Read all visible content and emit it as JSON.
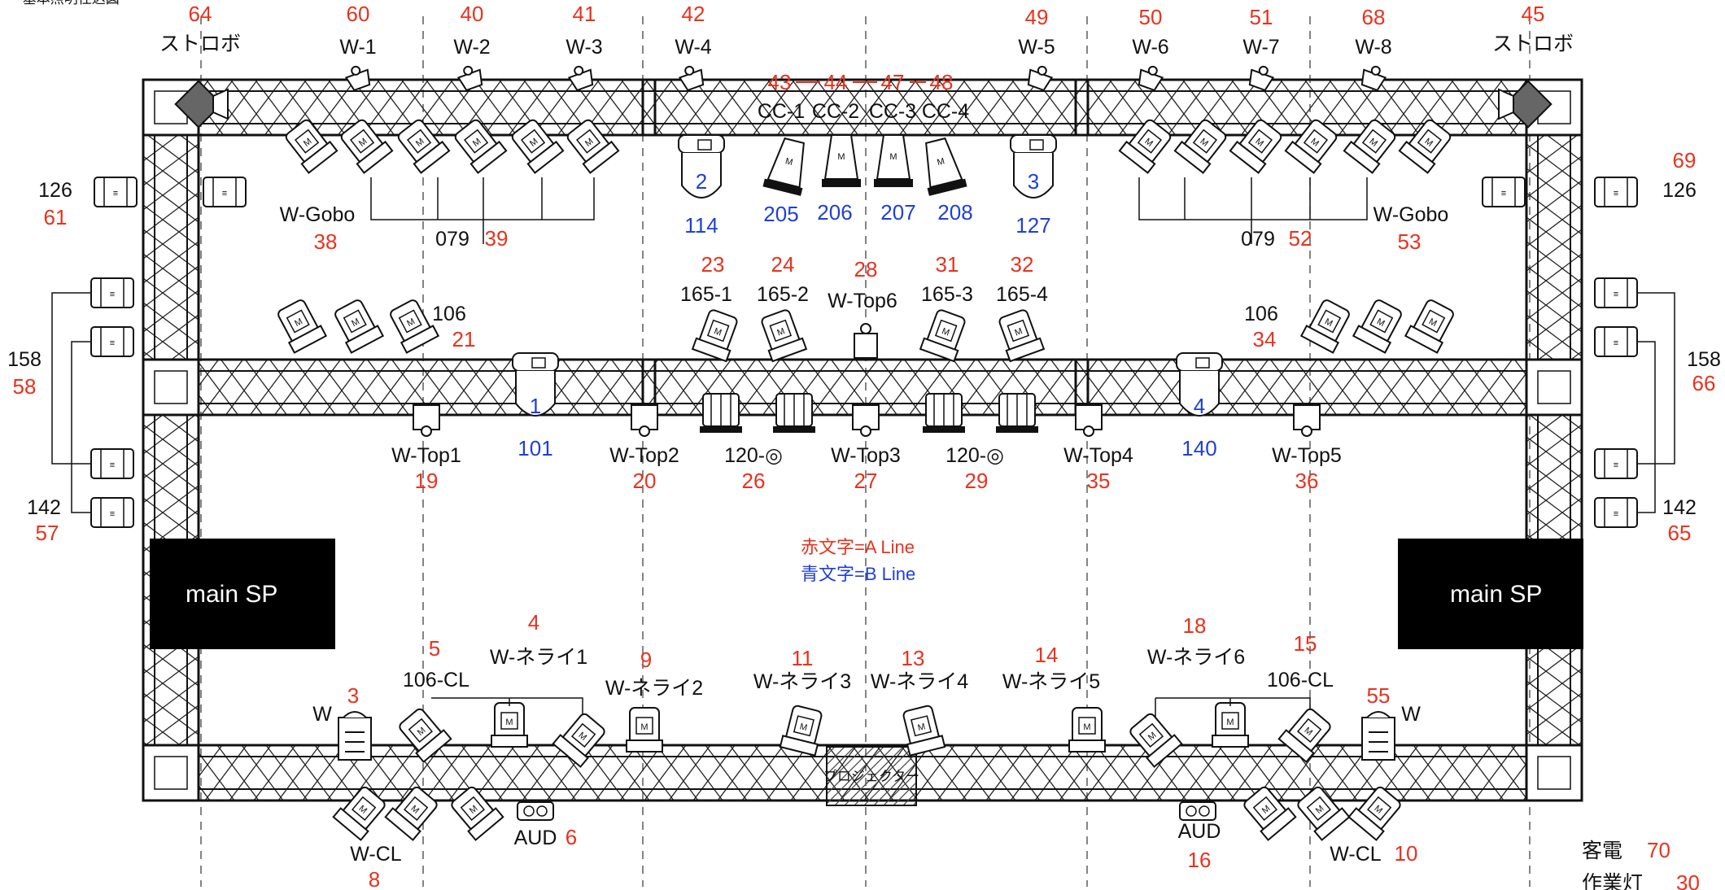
{
  "header": {
    "top_left": "一 基本照明仕込図"
  },
  "legend": {
    "red": "赤文字=A Line",
    "blue": "青文字=B Line"
  },
  "speakers": {
    "left": "main SP",
    "right": "main SP"
  },
  "projector": "プロジェクター",
  "top_truss": {
    "strobe_left": {
      "num": "64",
      "name": "ストロボ"
    },
    "strobe_right": {
      "num": "45",
      "name": "ストロボ"
    },
    "w_lights": [
      {
        "num": "60",
        "name": "W-1"
      },
      {
        "num": "40",
        "name": "W-2"
      },
      {
        "num": "41",
        "name": "W-3"
      },
      {
        "num": "42",
        "name": "W-4"
      },
      {
        "num": "49",
        "name": "W-5"
      },
      {
        "num": "50",
        "name": "W-6"
      },
      {
        "num": "51",
        "name": "W-7"
      },
      {
        "num": "68",
        "name": "W-8"
      }
    ],
    "cc": [
      {
        "num": "43",
        "name": "CC-1",
        "ch": "205"
      },
      {
        "num": "44",
        "name": "CC-2",
        "ch": "206"
      },
      {
        "num": "47",
        "name": "CC-3",
        "ch": "207"
      },
      {
        "num": "48",
        "name": "CC-4",
        "ch": "208"
      }
    ],
    "movers": [
      {
        "id": "2",
        "ch": "114"
      },
      {
        "id": "3",
        "ch": "127"
      }
    ],
    "gobo_left": {
      "label": "W-Gobo",
      "num": "38",
      "mid_label": "079",
      "mid_num": "39"
    },
    "gobo_right": {
      "label": "W-Gobo",
      "num": "53",
      "mid_label": "079",
      "mid_num": "52"
    }
  },
  "mid_truss": {
    "left_group": {
      "label": "106",
      "num": "21"
    },
    "right_group": {
      "label": "106",
      "num": "34"
    },
    "spots": [
      {
        "num": "23",
        "name": "165-1"
      },
      {
        "num": "24",
        "name": "165-2"
      },
      {
        "num": "31",
        "name": "165-3"
      },
      {
        "num": "32",
        "name": "165-4"
      }
    ],
    "top6": {
      "num": "28",
      "name": "W-Top6"
    },
    "tops": [
      {
        "name": "W-Top1",
        "num": "19"
      },
      {
        "name": "W-Top2",
        "num": "20"
      },
      {
        "name": "W-Top3",
        "num": "27"
      },
      {
        "name": "W-Top4",
        "num": "35"
      },
      {
        "name": "W-Top5",
        "num": "36"
      }
    ],
    "movers": [
      {
        "id": "1",
        "ch": "101"
      },
      {
        "id": "4",
        "ch": "140"
      }
    ],
    "par_groups": [
      {
        "label": "120-◎",
        "num": "26"
      },
      {
        "label": "120-◎",
        "num": "29"
      }
    ]
  },
  "side_left": {
    "top_label": "126",
    "top_num": "61",
    "mid_label": "158",
    "mid_num": "58",
    "bot_label": "142",
    "bot_num": "57"
  },
  "side_right": {
    "top_label": "126",
    "top_num": "69",
    "mid_label": "158",
    "mid_num": "66",
    "bot_label": "142",
    "bot_num": "65"
  },
  "bottom_truss": {
    "nerai": [
      {
        "num": "4",
        "name": "W-ネライ1"
      },
      {
        "num": "9",
        "name": "W-ネライ2"
      },
      {
        "num": "11",
        "name": "W-ネライ3"
      },
      {
        "num": "13",
        "name": "W-ネライ4"
      },
      {
        "num": "14",
        "name": "W-ネライ5"
      },
      {
        "num": "18",
        "name": "W-ネライ6"
      }
    ],
    "cl_left": {
      "num": "5",
      "label": "106-CL"
    },
    "cl_right": {
      "num": "15",
      "label": "106-CL"
    },
    "w_left": {
      "num": "3",
      "label": "W"
    },
    "w_right": {
      "num": "55",
      "label": "W"
    },
    "wcl_left": {
      "label": "W-CL",
      "num": "8"
    },
    "wcl_right": {
      "label": "W-CL",
      "num": "10"
    },
    "aud_left": {
      "label": "AUD",
      "num": "6"
    },
    "aud_right": {
      "label": "AUD",
      "num": "16"
    }
  },
  "footer": {
    "kyakuden": {
      "label": "客電",
      "num": "70"
    },
    "sagyoutou": {
      "label": "作業灯",
      "num": "30"
    }
  }
}
